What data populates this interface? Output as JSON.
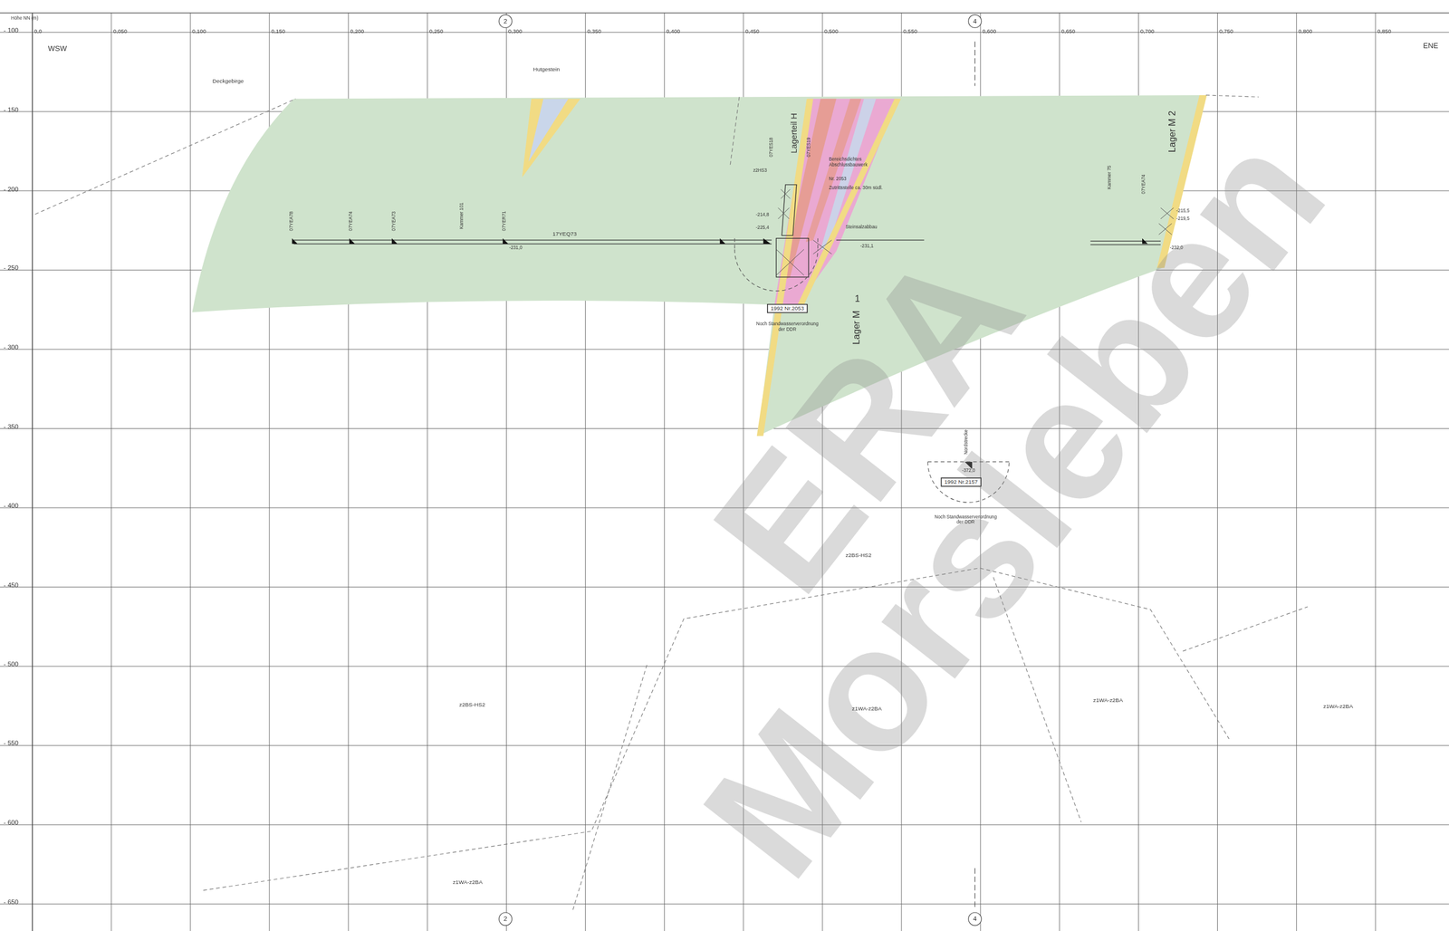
{
  "diagram": {
    "nodes": [
      {
        "text": [
          "1992 Nr.2053"
        ]
      },
      {
        "text": [
          "1992 Nr.2157"
        ]
      }
    ],
    "labels": [
      "Höhe NN (m)",
      "- 100",
      "- 150",
      "- 200",
      "- 250",
      "- 300",
      "- 350",
      "- 400",
      "- 450",
      "- 500",
      "- 550",
      "- 600",
      "- 650",
      "0,0",
      "0,050",
      "0,100",
      "0,150",
      "0,200",
      "0,250",
      "0,300",
      "0,350",
      "0,400",
      "0,450",
      "0,500",
      "0,550",
      "0,600",
      "0,650",
      "0,700",
      "0,750",
      "0,800",
      "0,850",
      "WSW",
      "ENE",
      "2",
      "2",
      "4",
      "4",
      "Deckgebirge",
      "Hutgestein",
      "07YEA78",
      "07YEA74",
      "07YEA73",
      "Kammer 101",
      "07YER71",
      "17YEQ73",
      "-231,0",
      "Lagerteil H",
      "07YES18",
      "07YES19",
      "z2HS3",
      "Bereichsdichtes Abschlussbauwerk",
      "Nr. 2053",
      "Zutrittsstelle ca. 30m südl.",
      "-214,8",
      "-225,4",
      "Steinsalzabbau",
      "-231,1",
      "Lager M",
      "1",
      "Noch Standwasserverordnung der DDR",
      "Kammer 75",
      "07YEA74",
      "Lager M 2",
      "-215,5",
      "-219,5",
      "-232,0",
      "Nordstrecke",
      "-372,0",
      "Noch Standwasserverordnung der DDR",
      "z2BS-HS2",
      "z2BS-HS2",
      "z1WA-z2BA",
      "z1WA-z2BA",
      "z1WA-z2BA",
      "z1WA-z2BA",
      "ERA Morsleben"
    ]
  }
}
